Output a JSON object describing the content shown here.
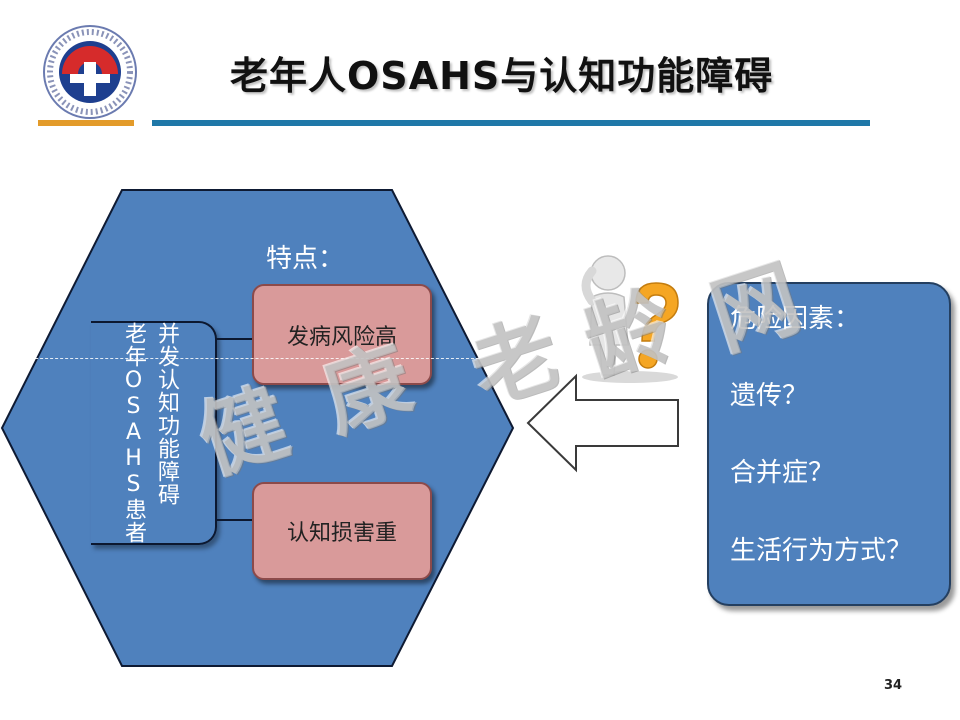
{
  "header": {
    "title": "老年人OSAHS与认知功能障碍",
    "logo_caption": "TIANJIN MEDICAL UNIVERSITY GENERAL HOSPITAL"
  },
  "diagram": {
    "features_label": "特点：",
    "patients_label_col1": "并发认知功能障碍",
    "patients_label_col2": "老年OSAHS患者",
    "feature_items": [
      "发病风险高",
      "认知损害重"
    ]
  },
  "risk_panel": {
    "title": "危险因素：",
    "items": [
      "遗传？",
      "合并症？",
      "生活行为方式？"
    ]
  },
  "watermark": [
    "健",
    "康",
    "老",
    "龄",
    "网"
  ],
  "footer": {
    "page_number": "34"
  },
  "colors": {
    "hexagon_fill": "#4F81BD",
    "pink_box": "#D99A9A",
    "rule_orange": "#E39B2A",
    "rule_blue": "#1F78A8",
    "question_mark": "#F5A623"
  },
  "icons": {
    "logo": "hospital-logo-icon",
    "figure": "thinking-person-question-icon",
    "arrow": "left-arrow-icon"
  }
}
